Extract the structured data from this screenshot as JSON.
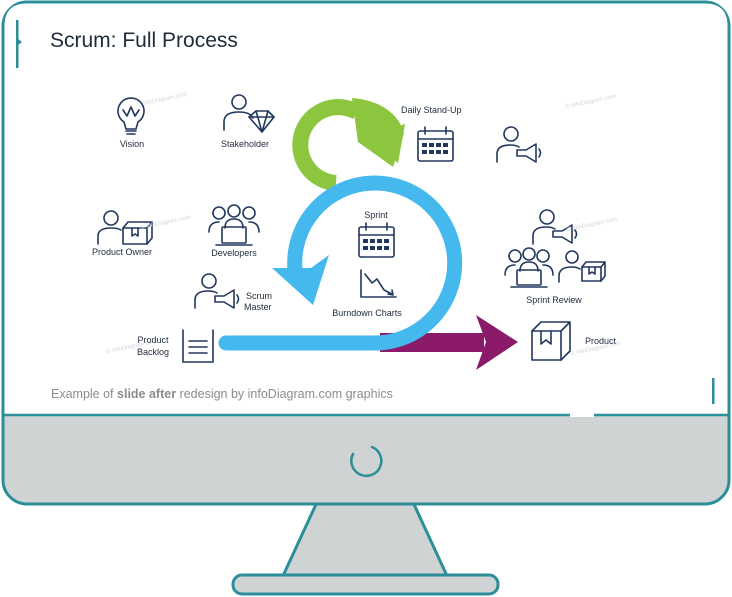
{
  "slide": {
    "title": "Scrum: Full Process",
    "caption": {
      "prefix": "Example of ",
      "bold": "slide after",
      "suffix": " redesign by infoDiagram.com graphics"
    },
    "watermark": "© infoDiagram.com"
  },
  "labels": {
    "vision": "Vision",
    "stakeholder": "Stakeholder",
    "daily_standup": "Daily Stand-Up",
    "product_owner": "Product Owner",
    "developers": "Developers",
    "sprint": "Sprint",
    "scrum_master_1": "Scrum",
    "scrum_master_2": "Master",
    "burndown_charts": "Burndown Charts",
    "sprint_review": "Sprint Review",
    "product_backlog_1": "Product",
    "product_backlog_2": "Backlog",
    "product": "Product"
  },
  "colors": {
    "monitor_frame": "#2b8e99",
    "monitor_base": "#cfd3d4",
    "icon_navy": "#22375e",
    "daily_loop": "#8cc63f",
    "sprint_loop": "#45b9ee",
    "product_arrow": "#8b1a6b"
  }
}
